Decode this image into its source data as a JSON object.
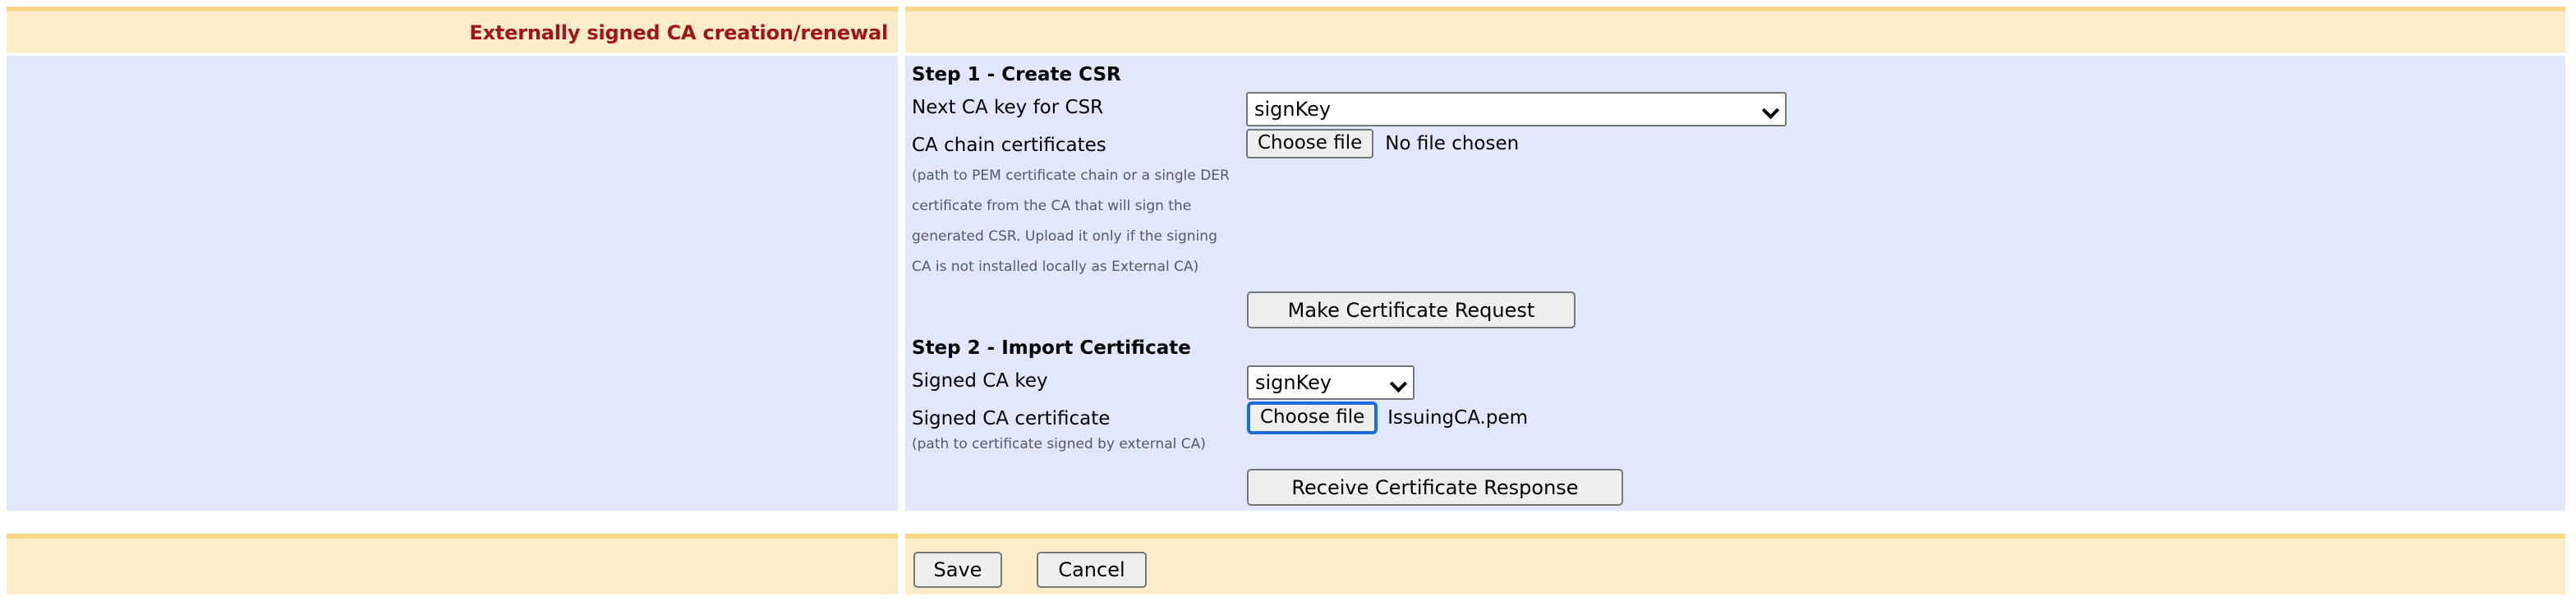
{
  "header": {
    "title": "Externally signed CA creation/renewal"
  },
  "form": {
    "step1": {
      "heading": "Step 1 - Create CSR",
      "next_ca_key_label": "Next CA key for CSR",
      "next_ca_key_value": "signKey",
      "ca_chain_label": "CA chain certificates",
      "ca_chain_button": "Choose file",
      "ca_chain_filename": "No file chosen",
      "hint_lines": [
        "(path to PEM certificate chain or a single DER",
        "certificate from the CA that will sign the",
        "generated CSR. Upload it only if the signing",
        "CA is not installed locally as External CA)"
      ],
      "make_csr_button": "Make Certificate Request"
    },
    "step2": {
      "heading": "Step 2 - Import Certificate",
      "signed_ca_key_label": "Signed CA key",
      "signed_ca_key_value": "signKey",
      "signed_ca_cert_label": "Signed CA certificate",
      "signed_ca_cert_button": "Choose file",
      "signed_ca_cert_filename": "IssuingCA.pem",
      "hint": "(path to certificate signed by external CA)",
      "receive_response_button": "Receive Certificate Response"
    }
  },
  "footer": {
    "save_label": "Save",
    "cancel_label": "Cancel"
  },
  "colors": {
    "band_tan": "#fbecca",
    "band_tan_border": "#f9d88b",
    "panel_blue": "#e3e7fb",
    "title_red": "#a31515",
    "hint_gray": "#555a66",
    "focus_blue": "#1a6ddd"
  }
}
